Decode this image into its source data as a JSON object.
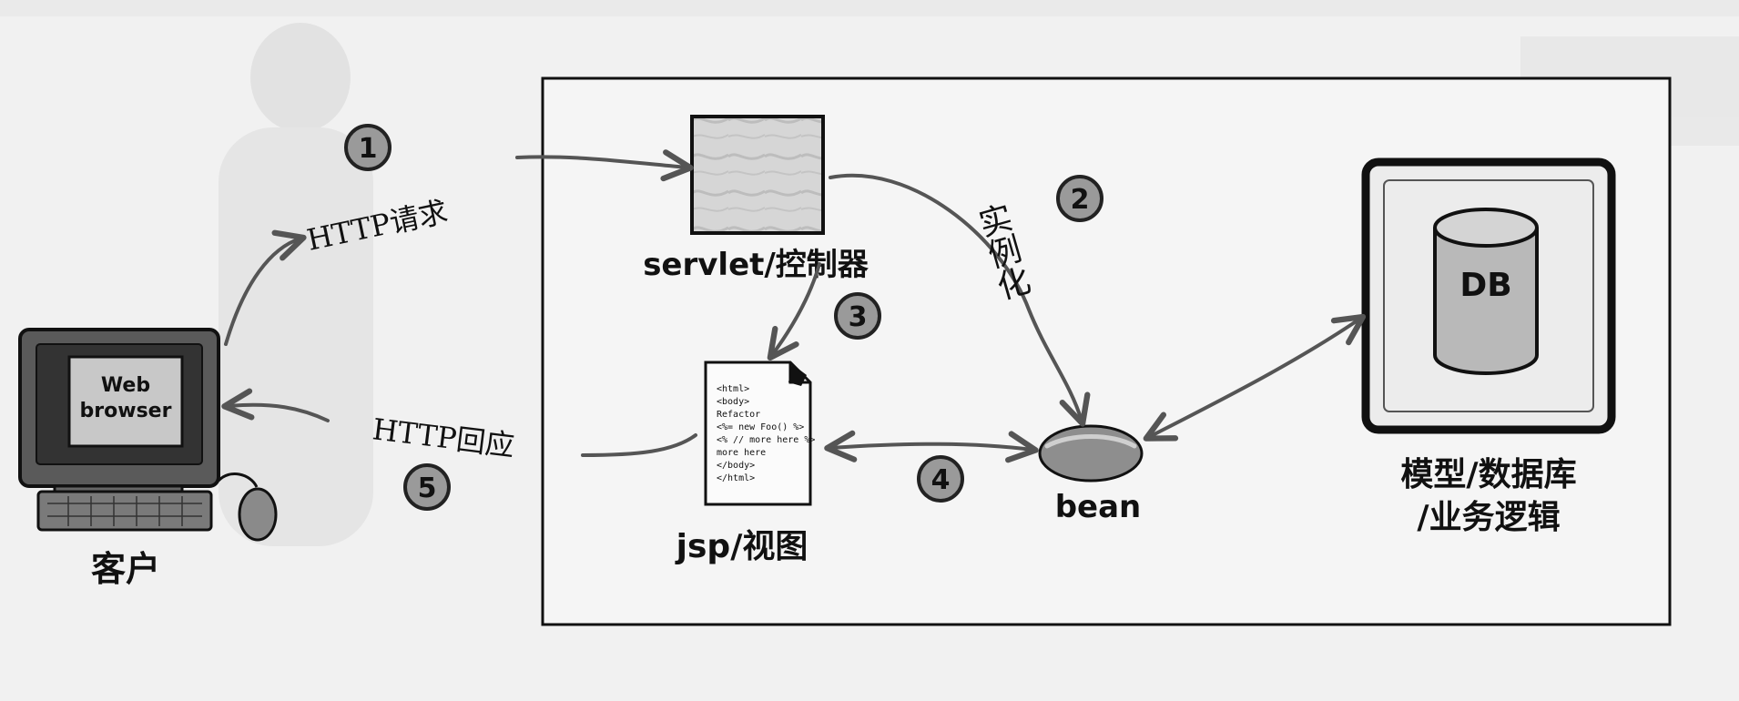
{
  "diagram": {
    "nodes": {
      "client": {
        "label": "客户",
        "screen_text_line1": "Web",
        "screen_text_line2": "browser"
      },
      "controller": {
        "label": "servlet/控制器"
      },
      "view": {
        "label": "jsp/视图",
        "code_lines": [
          "<html>",
          "<body>",
          "Refactor",
          "<%= new Foo() %>",
          "<% // more here %>",
          "more here",
          "</body>",
          "</html>"
        ]
      },
      "bean": {
        "label": "bean"
      },
      "model": {
        "label_line1": "模型/数据库",
        "label_line2": "/业务逻辑",
        "db_text": "DB"
      }
    },
    "edges": {
      "request": {
        "number": "1",
        "label": "HTTP请求"
      },
      "instantiate": {
        "number": "2",
        "label": "实例化"
      },
      "forward": {
        "number": "3"
      },
      "exchange": {
        "number": "4"
      },
      "response": {
        "number": "5",
        "label": "HTTP回应"
      }
    },
    "colors": {
      "accent_circle": "#9a9a9a",
      "arrow": "#555555",
      "monitor_screen": "#c8c8c8"
    }
  }
}
